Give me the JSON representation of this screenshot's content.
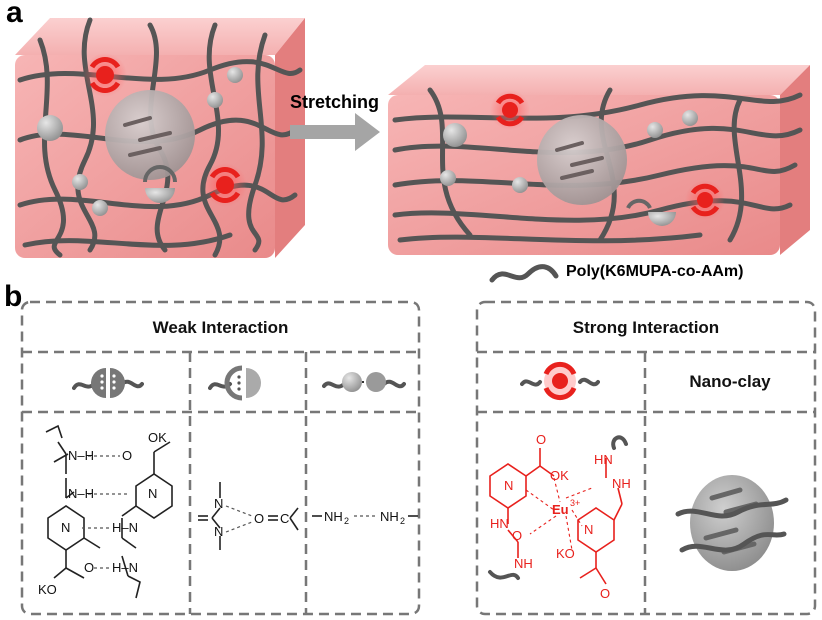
{
  "panel_a": {
    "letter": "a",
    "arrow_label": "Stretching",
    "legend_label": "Poly(K6MUPA-co-AAm)"
  },
  "panel_b": {
    "letter": "b",
    "weak": {
      "title": "Weak Interaction"
    },
    "strong": {
      "title": "Strong Interaction",
      "nano_clay_label": "Nano-clay"
    }
  },
  "chem": {
    "weak1": {
      "ok_top": "OK",
      "ko_bottom": "KO",
      "n": "N",
      "h": "H",
      "o": "O",
      "nh": "N–H",
      "hn": "H–N"
    },
    "weak2": {
      "o": "O",
      "c": "C",
      "n": "N"
    },
    "weak3": {
      "nh2_left": "NH",
      "nh2_right": "NH",
      "sub": "2"
    },
    "strong": {
      "ok": "OK",
      "ko": "KO",
      "eu": "Eu",
      "charge": "3+",
      "hn": "HN",
      "nh": "NH",
      "n": "N",
      "o": "O"
    }
  },
  "colors": {
    "gel_fill": "#f0a0a0",
    "gel_dark": "#e57777",
    "red_chem": "#e8211d",
    "chain": "#555555",
    "dash_box": "#777777"
  }
}
